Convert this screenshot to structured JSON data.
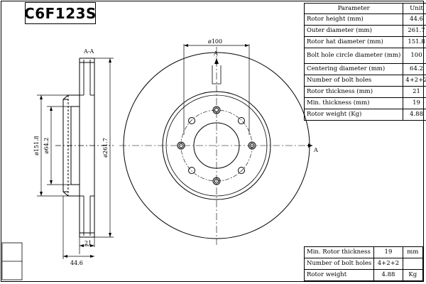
{
  "title": "C6F123S",
  "spec_table": {
    "header": {
      "param": "Parameter",
      "unit": "Unit"
    },
    "rows": [
      {
        "label": "Rotor height (mm)",
        "value": "44.6"
      },
      {
        "label": "Outer diameter (mm)",
        "value": "261.7"
      },
      {
        "label": "Rotor hat diameter (mm)",
        "value": "151.8"
      },
      {
        "label": "Bolt hole circle diameter (mm)",
        "value": "100"
      },
      {
        "label": "Centering diameter (mm)",
        "value": "64.2"
      },
      {
        "label": "Number of bolt holes",
        "value": "4+2+2"
      },
      {
        "label": "Rotor thickness (mm)",
        "value": "21"
      },
      {
        "label": "Min. thickness (mm)",
        "value": "19"
      },
      {
        "label": "Rotor weight (Kg)",
        "value": "4.88"
      }
    ]
  },
  "bottom_table": {
    "rows": [
      {
        "label": "Min. Rotor thickness",
        "value": "19",
        "unit": "mm"
      },
      {
        "label": "Number of bolt holes",
        "value": "4+2+2",
        "unit": ""
      },
      {
        "label": "Rotor weight",
        "value": "4.88",
        "unit": "Kg"
      }
    ]
  },
  "drawing": {
    "section_label": "A-A",
    "dim_hat": "ø151.8",
    "dim_center": "ø64.2",
    "dim_outer": "ø261.7",
    "dim_thickness": "21",
    "dim_height": "44.6",
    "dim_bolt_circle": "ø100",
    "cut_label_top": "A",
    "cut_label_right": "A"
  },
  "colors": {
    "line": "#000000",
    "background": "#ffffff"
  }
}
